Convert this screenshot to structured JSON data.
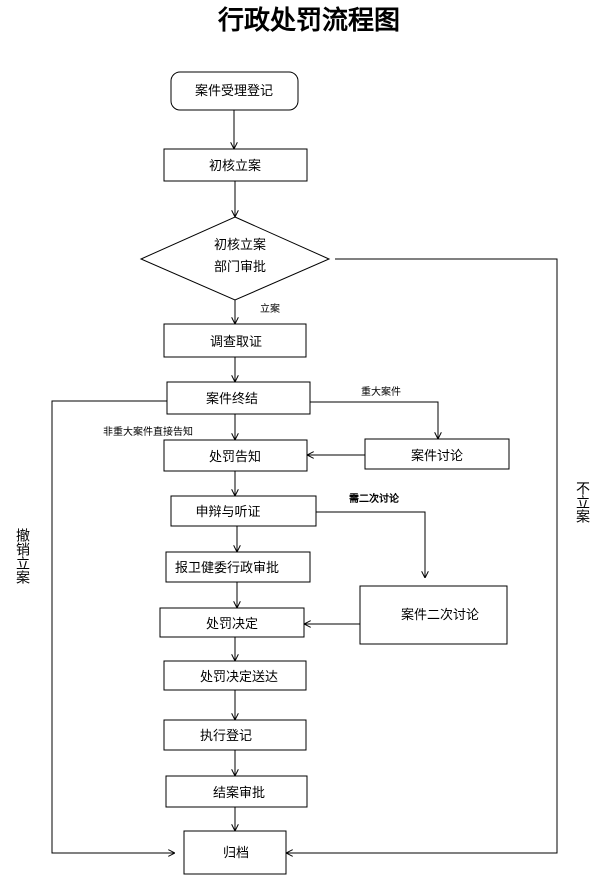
{
  "title": "行政处罚流程图",
  "nodes": {
    "accept": "案件受理登记",
    "initial_file": "初核立案",
    "dept_approval_line1": "初核立案",
    "dept_approval_line2": "部门审批",
    "investigate": "调查取证",
    "conclude": "案件终结",
    "notify": "处罚告知",
    "discussion": "案件讨论",
    "defense": "申辩与听证",
    "report": "报卫健委行政审批",
    "second_discussion": "案件二次讨论",
    "decision": "处罚决定",
    "delivery": "处罚决定送达",
    "execute": "执行登记",
    "close_approval": "结案审批",
    "archive": "归档"
  },
  "edge_labels": {
    "file_case": "立案",
    "major_case": "重大案件",
    "non_major": "非重大案件直接告知",
    "need_second": "需二次讨论",
    "not_filed": "不立案",
    "revoke": "撤销立案"
  }
}
